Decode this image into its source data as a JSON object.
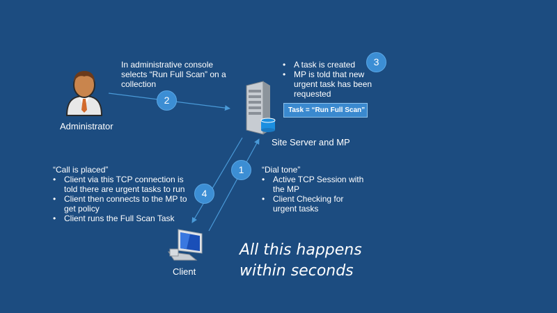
{
  "admin_label": "Administrator",
  "step2_text": [
    "In administrative console",
    "selects “Run Full Scan” on a",
    "collection"
  ],
  "step3_bullets": [
    "A task is created",
    "MP is told that new urgent task has been requested"
  ],
  "task_box": "Task = “Run Full Scan”",
  "server_label": "Site Server and MP",
  "step1_title": "“Dial tone”",
  "step1_bullets": [
    "Active TCP Session with the MP",
    "Client Checking for urgent tasks"
  ],
  "step4_title": "“Call is placed”",
  "step4_bullets": [
    "Client via this TCP connection is told there are urgent tasks to run",
    "Client then connects to the MP to get policy",
    "Client runs the Full Scan Task"
  ],
  "client_label": "Client",
  "closing_text": [
    "All this happens",
    "within seconds"
  ],
  "badges": {
    "one": "1",
    "two": "2",
    "three": "3",
    "four": "4"
  },
  "icons": {
    "admin": "administrator-icon",
    "server": "server-icon",
    "client": "client-computer-icon"
  },
  "colors": {
    "background": "#1c4c80",
    "badge": "#3c8ed4",
    "arrow": "#4a9ad8",
    "task_box": "#3a89cf"
  }
}
